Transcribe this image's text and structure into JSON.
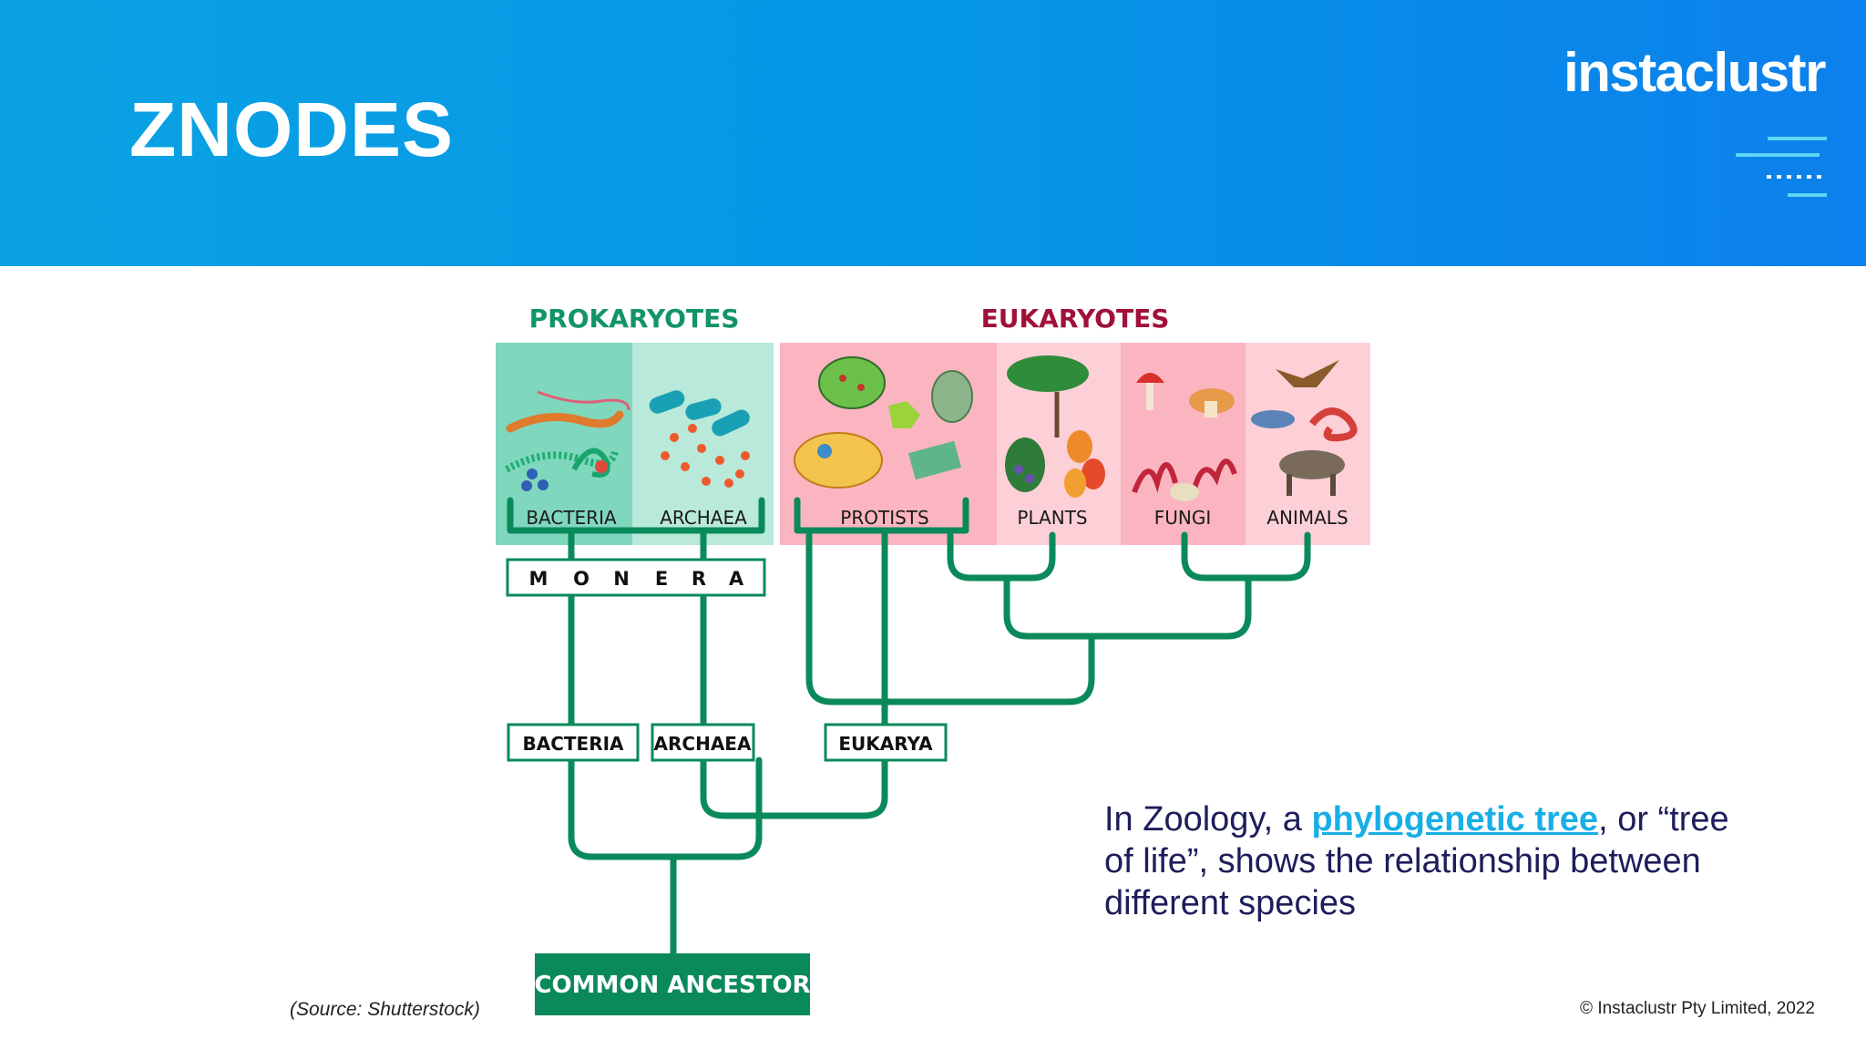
{
  "header": {
    "title": "ZNODES",
    "logo_text": "instaclustr"
  },
  "diagram": {
    "group_prokaryotes": "PROKARYOTES",
    "group_eukaryotes": "EUKARYOTES",
    "panels": {
      "bacteria": "BACTERIA",
      "archaea": "ARCHAEA",
      "protists": "PROTISTS",
      "plants": "PLANTS",
      "fungi": "FUNGI",
      "animals": "ANIMALS"
    },
    "monera_letters": [
      "M",
      "O",
      "N",
      "E",
      "R",
      "A"
    ],
    "domains": {
      "bacteria": "BACTERIA",
      "archaea": "ARCHAEA",
      "eukarya": "EUKARYA"
    },
    "root": "COMMON ANCESTOR"
  },
  "text": {
    "blurb_before": "In Zoology, a ",
    "blurb_link": "phylogenetic tree",
    "blurb_after": ", or “tree of life”, shows the relationship between different species"
  },
  "footer": {
    "source": "(Source: Shutterstock)",
    "copyright": "© Instaclustr Pty Limited, 2022"
  },
  "colors": {
    "header_blue": "#0596e6",
    "tree_green": "#0a8a5a",
    "prokaryote_green": "#12946a",
    "eukaryote_red": "#a0113a",
    "text_navy": "#1d1e5b",
    "link_blue": "#18aee6"
  }
}
